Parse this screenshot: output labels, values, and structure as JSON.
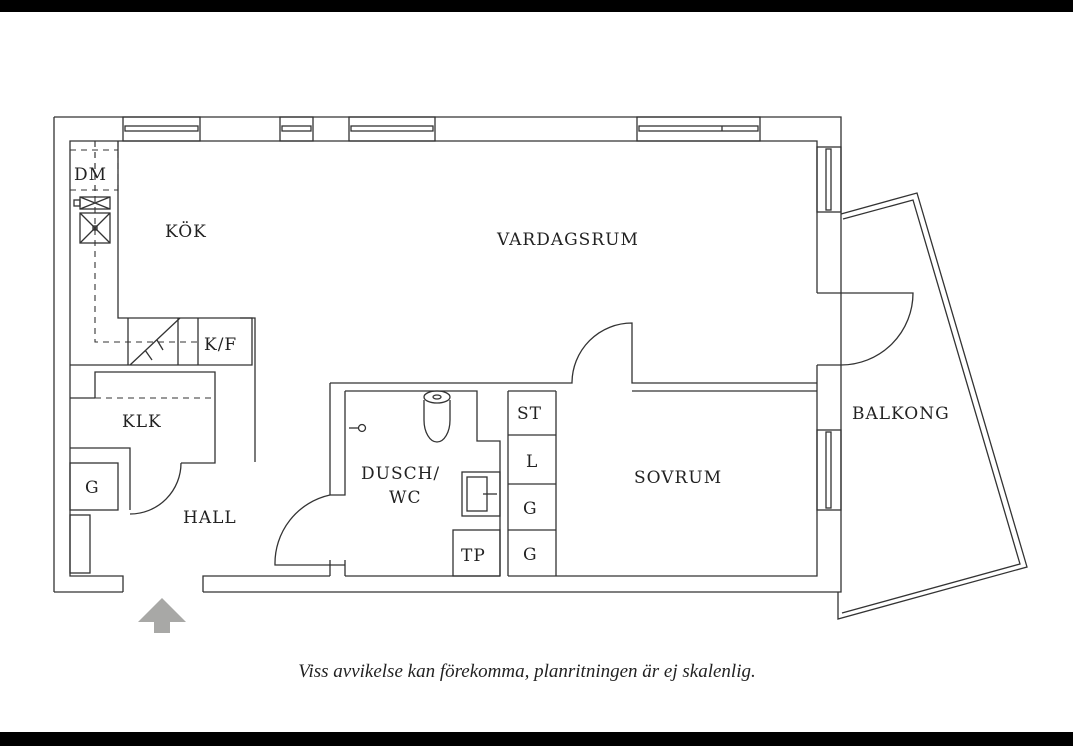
{
  "rooms": {
    "kok": "KÖK",
    "vardagsrum": "VARDAGSRUM",
    "sovrum": "SOVRUM",
    "balkong": "BALKONG",
    "hall": "HALL",
    "klk": "KLK",
    "dusch_line1": "DUSCH/",
    "dusch_line2": "WC",
    "dm": "DM",
    "kf": "K/F",
    "tp": "TP",
    "st": "ST",
    "l": "L",
    "g1": "G",
    "g2": "G",
    "g3": "G"
  },
  "caption": "Viss avvikelse kan förekomma, planritningen är ej skalenlig.",
  "colors": {
    "wall": "#333333",
    "arrow": "#a8a8a6",
    "bars": "#000000"
  }
}
